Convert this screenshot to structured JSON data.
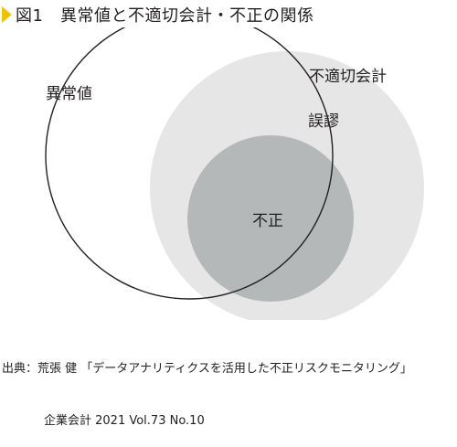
{
  "figure": {
    "title": "図1　異常値と不適切会計・不正の関係"
  },
  "diagram": {
    "labels": {
      "anomaly": "異常値",
      "inappropriate_accounting": "不適切会計",
      "error": "誤謬",
      "fraud": "不正"
    },
    "colors": {
      "inappropriate_accounting_fill": "#e6e6e6",
      "fraud_fill": "#b5b8b8",
      "anomaly_outline": "#231f20"
    }
  },
  "source": {
    "line1": "出典：荒張 健 「データアナリティクスを活用した不正リスクモニタリング」",
    "line2": "企業会計 2021 Vol.73 No.10"
  }
}
